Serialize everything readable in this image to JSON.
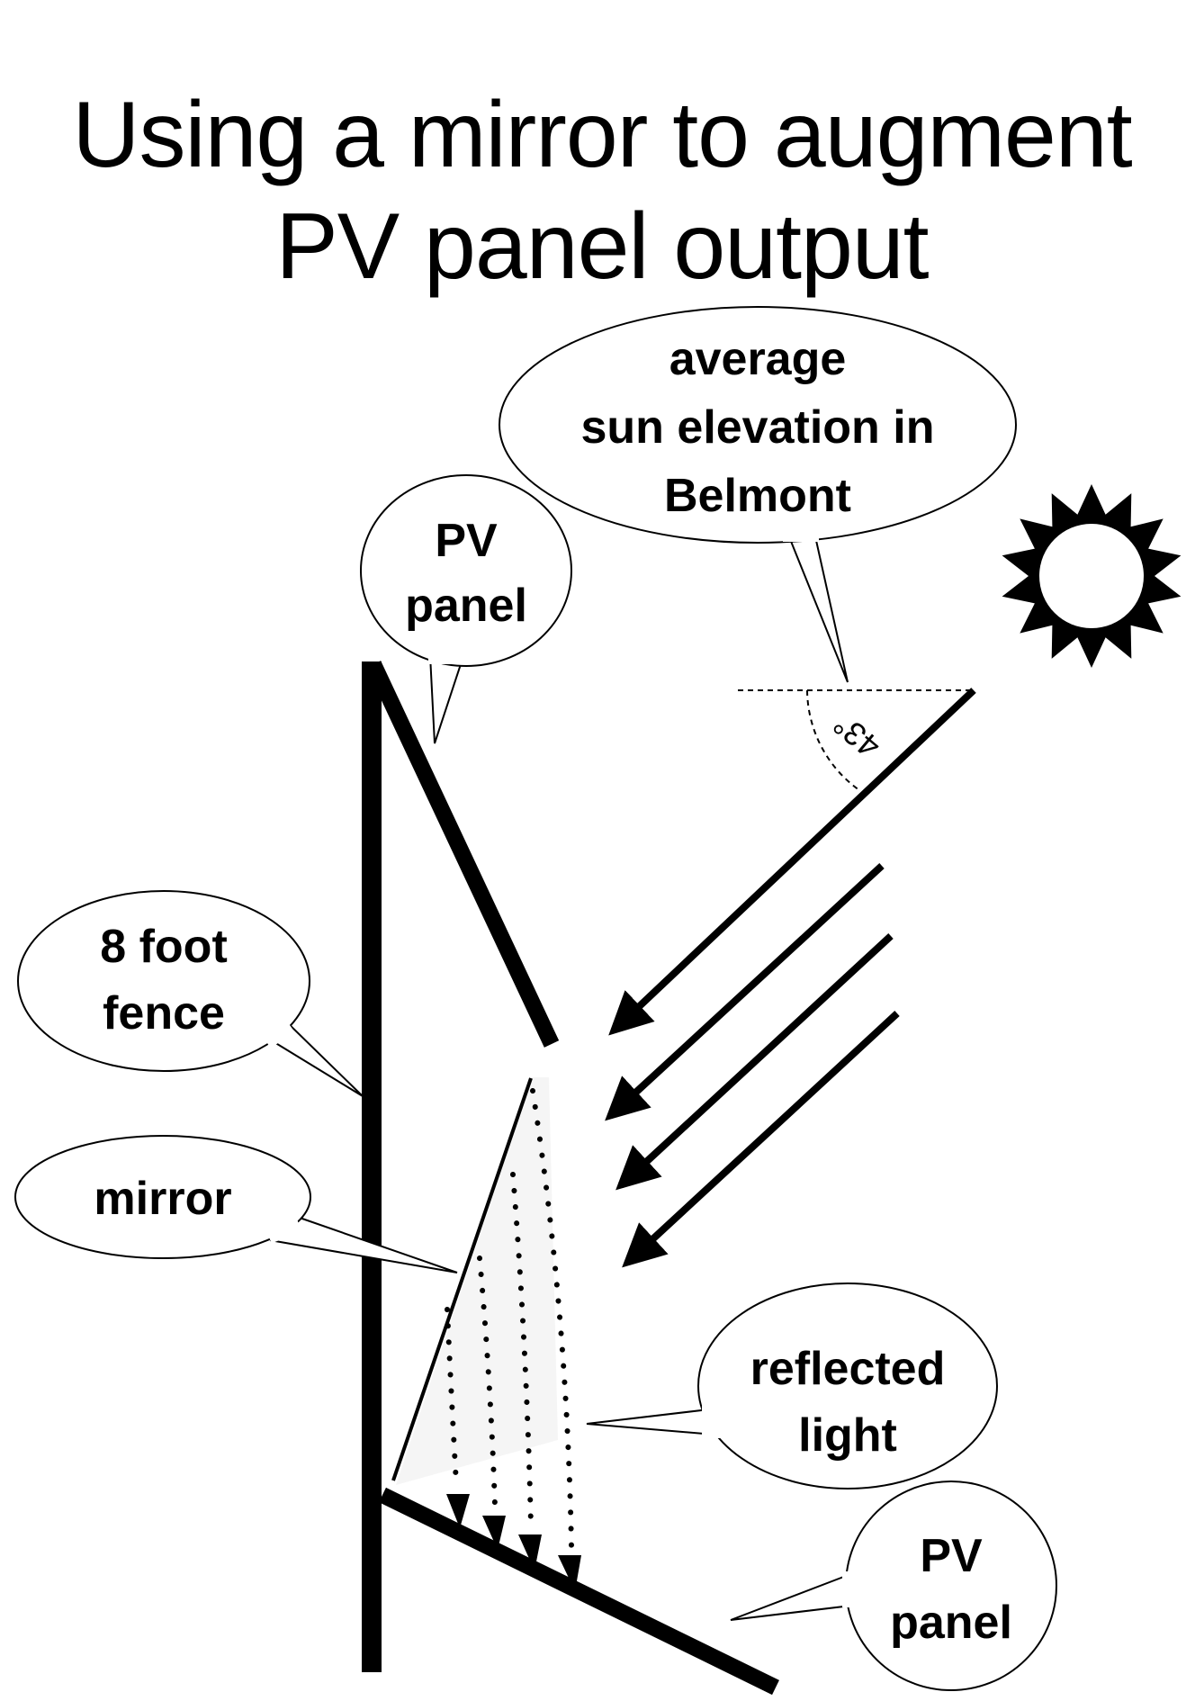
{
  "title": {
    "line1": "Using a mirror to augment",
    "line2": "PV panel output"
  },
  "callouts": {
    "sun_elevation": {
      "line1": "average",
      "line2": "sun elevation in",
      "line3": "Belmont"
    },
    "pv_panel_top": {
      "line1": "PV",
      "line2": "panel"
    },
    "fence": {
      "line1": "8 foot",
      "line2": "fence"
    },
    "mirror": {
      "line1": "mirror"
    },
    "reflected_light": {
      "line1": "reflected",
      "line2": "light"
    },
    "pv_panel_bottom": {
      "line1": "PV",
      "line2": "panel"
    }
  },
  "angle": {
    "label": "43°"
  },
  "icons": {
    "sun": "sun-icon"
  },
  "colors": {
    "ink": "#000000",
    "background": "#ffffff"
  }
}
